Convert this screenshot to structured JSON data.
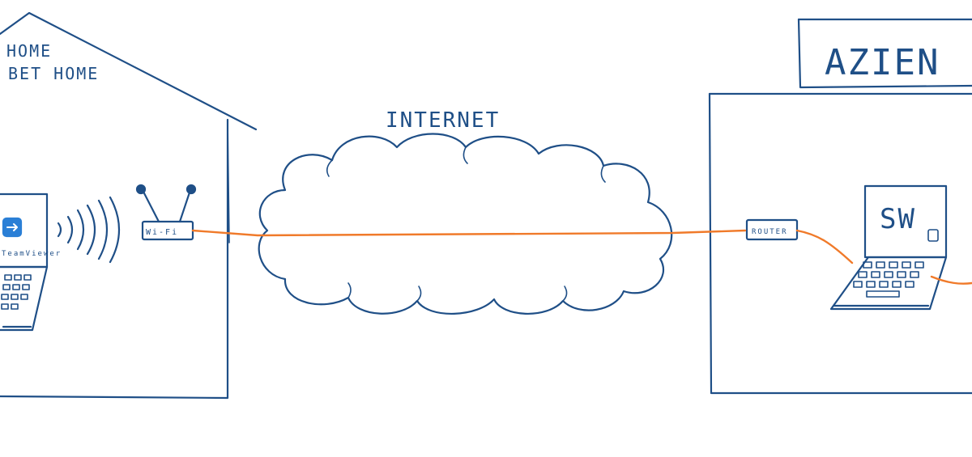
{
  "house": {
    "line1": "HOME",
    "line2": "BET HOME"
  },
  "cloud": {
    "label": "INTERNET"
  },
  "wifi": {
    "label": "Wi-Fi"
  },
  "router": {
    "label": "ROUTER"
  },
  "laptop_left": {
    "screen_text": "TeamViewer"
  },
  "laptop_right": {
    "screen_text": "SW"
  },
  "office": {
    "sign": "AZIEN"
  },
  "colors": {
    "ink": "#1f4f87",
    "cable": "#f07a2a",
    "sw_text": "#e02a2a",
    "tv_icon": "#2a7fd6"
  }
}
